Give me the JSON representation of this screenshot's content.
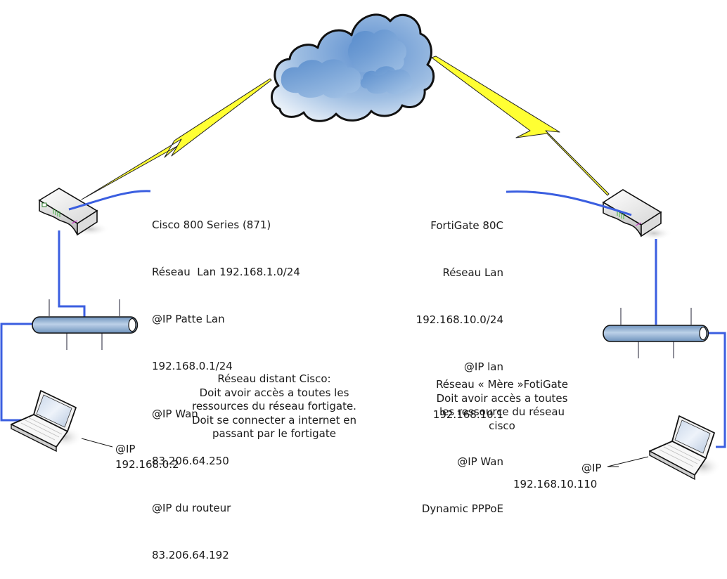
{
  "diagram": {
    "title": "Cisco 871 to FortiGate 80C network topology",
    "colors": {
      "lan_link": "#3a5ee0",
      "wan_bolt": "#ffff33",
      "cloud_fill": "#7fa8d6",
      "bus_fill": "#8fb0d2",
      "text": "#1a1a1a"
    },
    "nodes": [
      {
        "id": "internet",
        "type": "cloud",
        "icon": "cloud-icon"
      },
      {
        "id": "cisco-router",
        "type": "router",
        "icon": "router-icon"
      },
      {
        "id": "fortigate-router",
        "type": "router",
        "icon": "router-icon"
      },
      {
        "id": "cisco-lan-bus",
        "type": "ethernet-bus",
        "icon": "ethernet-bus-icon"
      },
      {
        "id": "fortigate-lan-bus",
        "type": "ethernet-bus",
        "icon": "ethernet-bus-icon"
      },
      {
        "id": "cisco-laptop",
        "type": "laptop",
        "icon": "laptop-icon"
      },
      {
        "id": "fortigate-laptop",
        "type": "laptop",
        "icon": "laptop-icon"
      }
    ],
    "edges": [
      {
        "from": "cisco-router",
        "to": "internet",
        "type": "wan-lightning"
      },
      {
        "from": "fortigate-router",
        "to": "internet",
        "type": "wan-lightning"
      },
      {
        "from": "cisco-router",
        "to": "cisco-lan-bus",
        "type": "lan"
      },
      {
        "from": "cisco-lan-bus",
        "to": "cisco-laptop",
        "type": "lan"
      },
      {
        "from": "fortigate-router",
        "to": "fortigate-lan-bus",
        "type": "lan"
      },
      {
        "from": "fortigate-lan-bus",
        "to": "fortigate-laptop",
        "type": "lan"
      }
    ]
  },
  "cisco": {
    "lines": [
      "Cisco 800 Series (871)",
      "Réseau  Lan 192.168.1.0/24",
      "@IP Patte Lan",
      "192.168.0.1/24",
      "@IP Wan",
      "83.206.64.250",
      "@IP du routeur",
      "83.206.64.192"
    ]
  },
  "fortigate": {
    "lines": [
      "FortiGate 80C",
      "Réseau Lan",
      "192.168.10.0/24",
      "@IP lan",
      "192.168.10.1",
      "@IP Wan",
      "Dynamic PPPoE"
    ]
  },
  "notes": {
    "cisco_remote": [
      "Réseau distant Cisco:",
      "Doit avoir accès a toutes les",
      "ressources du réseau fortigate.",
      "Doit se connecter a internet en",
      "passant par le fortigate"
    ],
    "fortigate_main": [
      "Réseau « Mère »FotiGate",
      "Doit avoir accès a toutes",
      "les ressource du réseau",
      "cisco"
    ]
  },
  "laptops": {
    "cisco": {
      "label": "@IP",
      "ip": "192.168.0.2"
    },
    "fortigate": {
      "label": "@IP",
      "ip": "192.168.10.110"
    }
  }
}
